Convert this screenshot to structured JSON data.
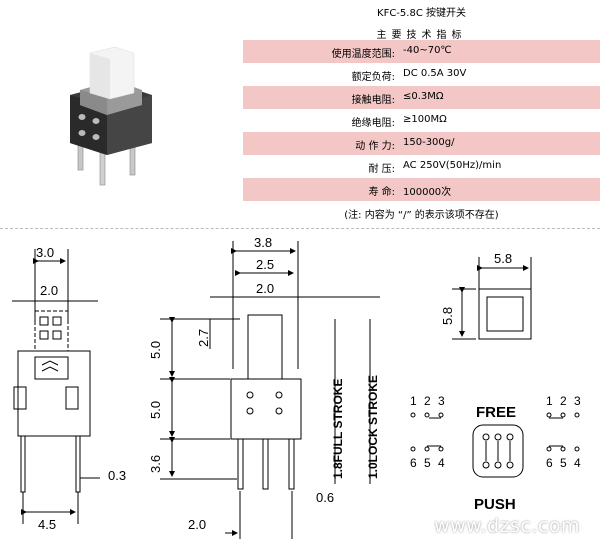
{
  "spec": {
    "title": "KFC-5.8C 按键开关",
    "subtitle": "主要技术指标",
    "rows": [
      {
        "label": "使用温度范围:",
        "value": "-40~70℃"
      },
      {
        "label": "额定负荷:",
        "value": "DC 0.5A 30V"
      },
      {
        "label": "接触电阻:",
        "value": "≤0.3MΩ"
      },
      {
        "label": "绝缘电阻:",
        "value": "≥100MΩ"
      },
      {
        "label": "动 作 力:",
        "value": "150-300g/"
      },
      {
        "label": "耐 压:",
        "value": "AC 250V(50Hz)/min"
      },
      {
        "label": "寿 命:",
        "value": "100000次"
      }
    ],
    "note": "(注: 内容为 “/” 的表示该项不存在)"
  },
  "drawing": {
    "dims": {
      "d3_0": "3.0",
      "d2_0a": "2.0",
      "d0_3": "0.3",
      "d4_5": "4.5",
      "d3_8": "3.8",
      "d2_5": "2.5",
      "d2_0b": "2.0",
      "d2_7": "2.7",
      "d5_0a": "5.0",
      "d5_0b": "5.0",
      "d3_6": "3.6",
      "d0_6": "0.6",
      "d2_0c": "2.0",
      "d5_8a": "5.8",
      "d5_8b": "5.8"
    },
    "full_stroke": "1.8FULL STROKE",
    "lock_stroke": "1.0LOCK STROKE",
    "free_label": "FREE",
    "push_label": "PUSH",
    "pins_top_left": [
      "1",
      "2",
      "3"
    ],
    "pins_bottom_left": [
      "6",
      "5",
      "4"
    ],
    "pins_top_right": [
      "1",
      "2",
      "3"
    ],
    "pins_bottom_right": [
      "6",
      "5",
      "4"
    ]
  },
  "watermark": "www.dzsc.com"
}
